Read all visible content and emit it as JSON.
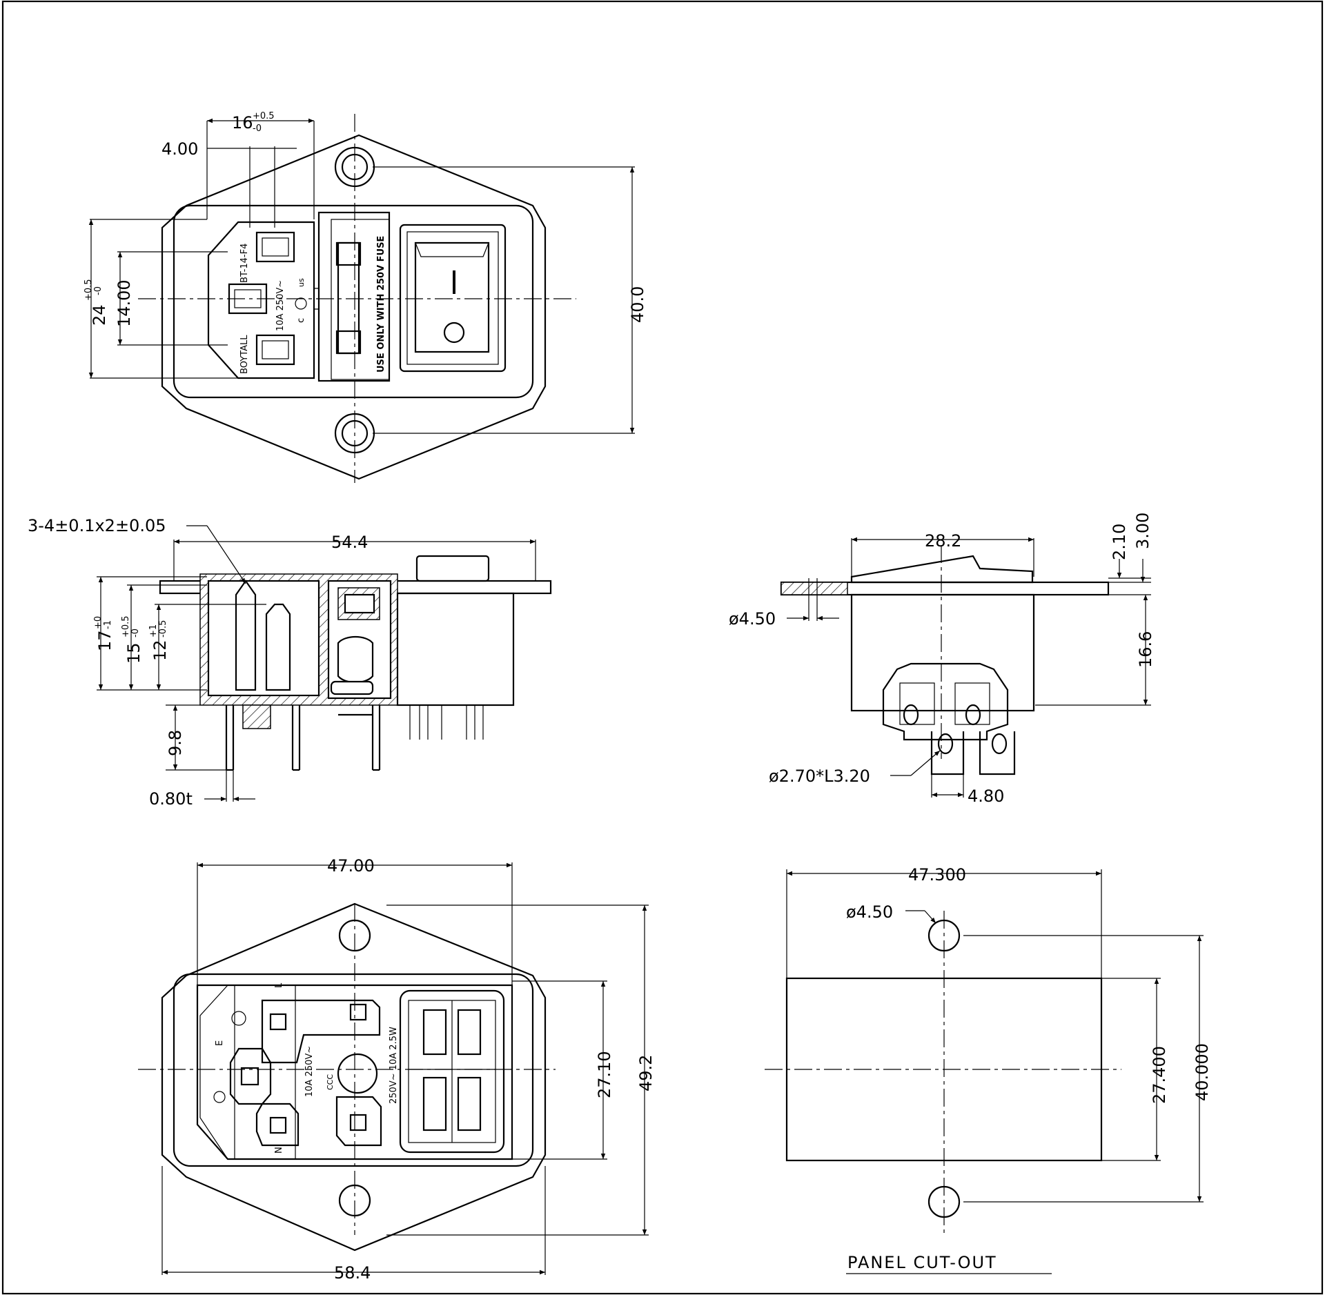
{
  "front_view": {
    "dimensions": {
      "top_width": "16",
      "top_width_tol_upper": "+0.5",
      "top_width_tol_lower": "-0",
      "pin_offset": "4.00",
      "left_height": "24",
      "left_height_tol_upper": "+0.5",
      "left_height_tol_lower": "-0",
      "pin_span": "14.00",
      "height": "40.0"
    },
    "labels": {
      "brand": "BOYTALL",
      "part_number": "BT-14-F4",
      "rating": "10A 250V~",
      "fuse_note": "USE ONLY WITH 250V FUSE",
      "ul_mark": "c",
      "ul_us": "us",
      "switch_on": "I",
      "switch_off": "O"
    }
  },
  "side_view": {
    "dimensions": {
      "slot": "3-4±0.1x2±0.05",
      "length": "54.4",
      "h1": "17",
      "h1_tol_upper": "+0",
      "h1_tol_lower": "-1",
      "h2": "15",
      "h2_tol_upper": "+0.5",
      "h2_tol_lower": "-0",
      "h3": "12",
      "h3_tol_upper": "+1",
      "h3_tol_lower": "-0.5",
      "pin_length": "9.8",
      "thickness": "0.80t"
    }
  },
  "end_view": {
    "dimensions": {
      "width": "28.2",
      "t1": "2.10",
      "t2": "3.00",
      "hole": "ø4.50",
      "depth": "16.6",
      "terminal_hole": "ø2.70*L3.20",
      "terminal_pitch": "4.80"
    }
  },
  "rear_view": {
    "dimensions": {
      "inner_width": "47.00",
      "inner_height": "27.10",
      "height": "49.2",
      "width": "58.4"
    },
    "labels": {
      "line": "L",
      "earth": "E",
      "neutral": "N",
      "rating": "10A 250V~",
      "switch_rating": "250V~ 10A 2.5W",
      "cert": "CCC"
    }
  },
  "panel_cutout": {
    "title": "PANEL CUT-OUT",
    "dimensions": {
      "width": "47.300",
      "hole": "ø4.50",
      "cut_height": "27.400",
      "height": "40.000"
    }
  }
}
